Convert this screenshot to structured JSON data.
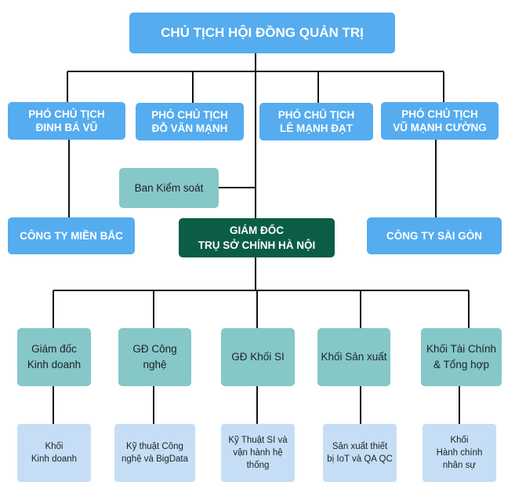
{
  "chairman": "CHỦ TỊCH HỘI ĐỒNG QUẢN TRỊ",
  "vice_chairs": [
    {
      "line1": "PHÓ CHỦ TỊCH",
      "line2": "ĐINH BÁ VŨ"
    },
    {
      "line1": "PHÓ CHỦ TỊCH",
      "line2": "ĐỖ VĂN MẠNH"
    },
    {
      "line1": "PHÓ CHỦ TỊCH",
      "line2": "LÊ MẠNH ĐẠT"
    },
    {
      "line1": "PHÓ CHỦ TỊCH",
      "line2": "VŨ MẠNH CƯỜNG"
    }
  ],
  "audit": "Ban Kiểm soát",
  "companies": {
    "north": "CÔNG TY MIỀN BẮC",
    "saigon": "CÔNG TY SÀI GÒN"
  },
  "director": {
    "line1": "GIÁM ĐỐC",
    "line2": "TRỤ SỞ CHÍNH HÀ NỘI"
  },
  "departments": [
    {
      "line1": "Giám đốc",
      "line2": "Kinh doanh"
    },
    {
      "line1": "GĐ Công",
      "line2": "nghệ"
    },
    {
      "line1": "GĐ Khối SI",
      "line2": ""
    },
    {
      "line1": "Khối Sản xuất",
      "line2": ""
    },
    {
      "line1": "Khối Tài Chính",
      "line2": "& Tổng hợp"
    }
  ],
  "units": [
    {
      "lines": [
        "Khối",
        "Kinh doanh"
      ]
    },
    {
      "lines": [
        "Kỹ thuật Công",
        "nghệ và BigData"
      ]
    },
    {
      "lines": [
        "Kỹ Thuật SI và",
        "vận hành hệ",
        "thống"
      ]
    },
    {
      "lines": [
        "Sản xuất thiết",
        "bị IoT và QA QC"
      ]
    },
    {
      "lines": [
        "Khối",
        "Hành chính",
        "nhân sự"
      ]
    }
  ],
  "colors": {
    "chairman": "#55acef",
    "vice": "#55acef",
    "company": "#55acef",
    "director": "#0b5d45",
    "audit": "#86c7c7",
    "department": "#86c7c7",
    "unit": "#c6def5",
    "connector": "#111111"
  }
}
